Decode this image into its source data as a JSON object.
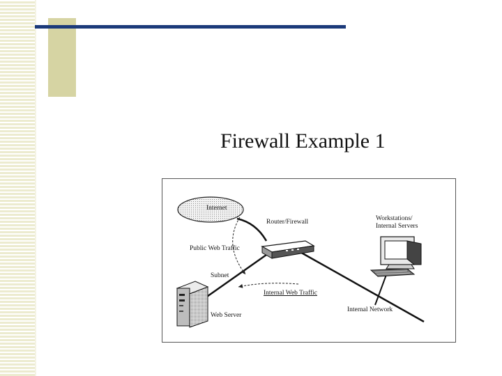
{
  "slide": {
    "title": "Firewall Example 1"
  },
  "diagram": {
    "labels": {
      "internet": "Internet",
      "router_firewall": "Router/Firewall",
      "public_web_traffic": "Public Web Traffic",
      "subnet": "Subnet",
      "internal_web_traffic": "Internal Web Traffic",
      "web_server": "Web Server",
      "internal_network": "Internal Network",
      "workstations_line1": "Workstations/",
      "workstations_line2": "Internal Servers"
    }
  },
  "colors": {
    "title_rule": "#1b3a7a",
    "accent_square": "#d6d4a3",
    "sidebar_stripe": "#ecebcf"
  }
}
